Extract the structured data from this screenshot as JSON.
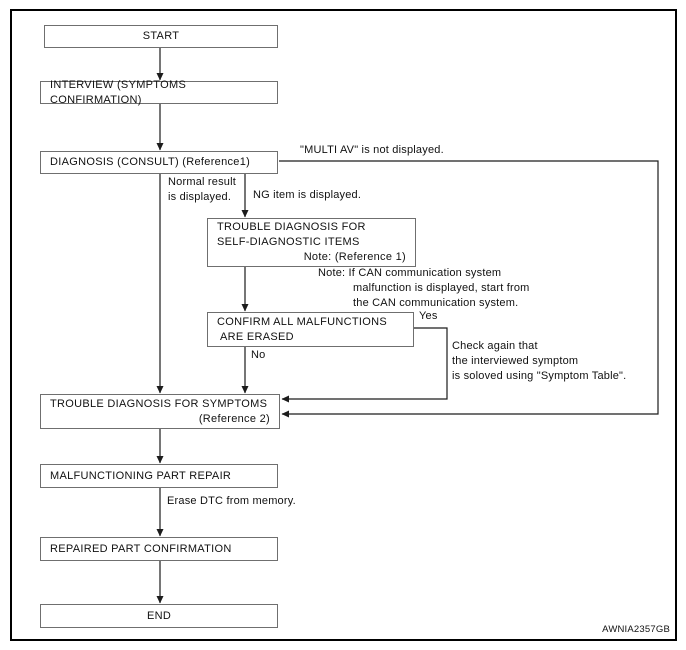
{
  "figure": {
    "watermark": "AWNIA2357GB"
  },
  "colors": {
    "background": "#ffffff",
    "frame": "#000000",
    "box_border": "#6f6f6f",
    "line": "#1c1c1c",
    "text": "#111111"
  },
  "nodes": {
    "start": "START",
    "interview": "INTERVIEW (SYMPTOMS CONFIRMATION)",
    "diagnosis": "DIAGNOSIS (CONSULT) (Reference1)",
    "self_diagnostic": {
      "line1": "TROUBLE DIAGNOSIS FOR",
      "line2": "SELF-DIAGNOSTIC ITEMS",
      "note": "Note: (Reference 1)"
    },
    "confirm": {
      "line1": "CONFIRM ALL MALFUNCTIONS",
      "line2": "ARE ERASED"
    },
    "symptoms": {
      "line1": "TROUBLE DIAGNOSIS FOR SYMPTOMS",
      "note": "(Reference 2)"
    },
    "repair": "MALFUNCTIONING PART REPAIR",
    "repaired_confirmation": "REPAIRED PART CONFIRMATION",
    "end": "END"
  },
  "labels": {
    "multi_av": "\"MULTI AV\" is not displayed.",
    "normal_result": "Normal result\nis displayed.",
    "ng_item": "NG item is displayed.",
    "can_note": "Note: If CAN communication system\nmalfunction is displayed, start from\nthe CAN communication system.",
    "yes": "Yes",
    "no": "No",
    "check_again": "Check again that\nthe interviewed symptom\nis soloved using \"Symptom Table\".",
    "erase_dtc": "Erase DTC from memory."
  }
}
